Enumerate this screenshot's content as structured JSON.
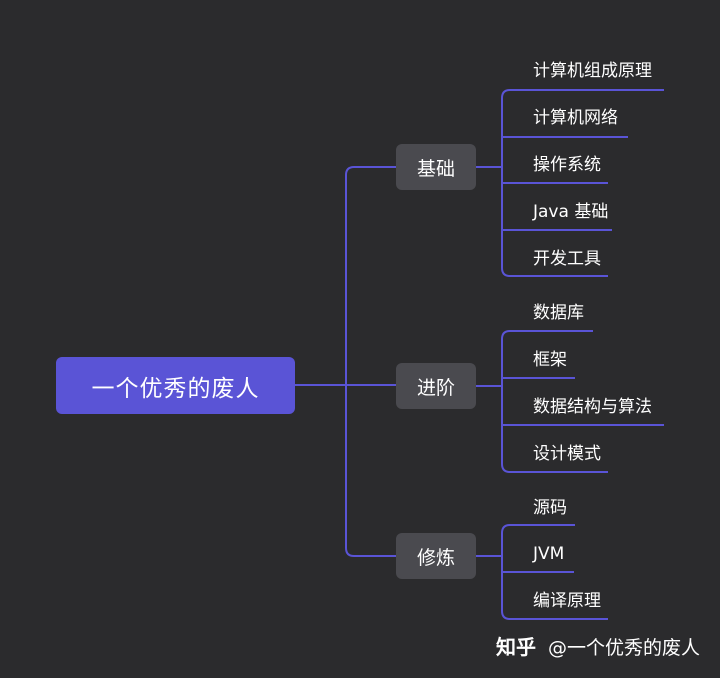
{
  "colors": {
    "background": "#2b2b2d",
    "root_fill": "#5a54d6",
    "branch_fill": "#4a4a4f",
    "connector": "#5a54d6",
    "text": "#ffffff"
  },
  "root": {
    "label": "一个优秀的废人"
  },
  "branches": [
    {
      "label": "基础",
      "children": [
        "计算机组成原理",
        "计算机网络",
        "操作系统",
        "Java 基础",
        "开发工具"
      ]
    },
    {
      "label": "进阶",
      "children": [
        "数据库",
        "框架",
        "数据结构与算法",
        "设计模式"
      ]
    },
    {
      "label": "修炼",
      "children": [
        "源码",
        "JVM",
        "编译原理"
      ]
    }
  ],
  "watermark": {
    "brand": "知乎",
    "handle": "@一个优秀的废人"
  }
}
